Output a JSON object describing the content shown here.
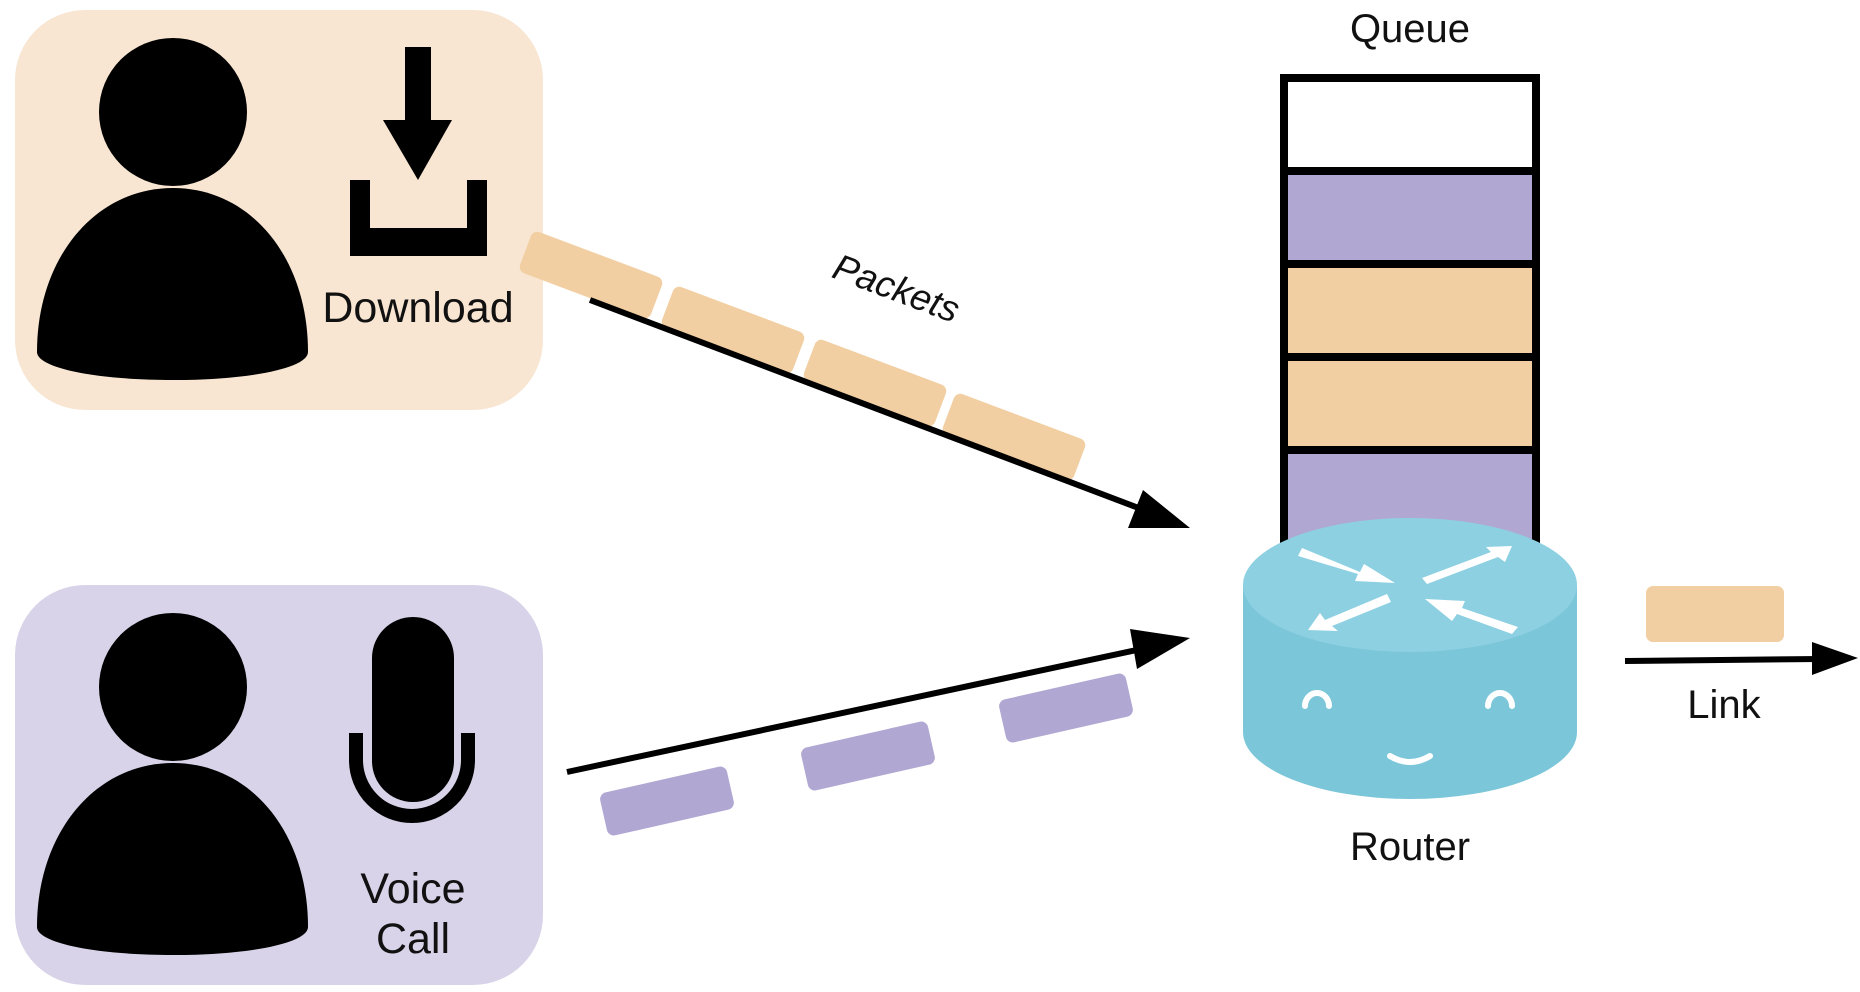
{
  "labels": {
    "download": "Download",
    "voice_line1": "Voice",
    "voice_line2": "Call",
    "packets": "Packets",
    "queue": "Queue",
    "router": "Router",
    "link": "Link"
  },
  "colors": {
    "download_bg": "#f8e6d3",
    "voice_bg": "#d8d3e8",
    "download_packet": "#f2cfa2",
    "voice_packet": "#b1a7d3",
    "router_body": "#7bc6d9",
    "router_top": "#8dd0e2",
    "ink": "#000000"
  },
  "queue_slots": [
    "empty",
    "voice",
    "download",
    "download",
    "voice"
  ],
  "icons": {
    "download_user": "person-icon",
    "download_action": "download-icon",
    "voice_user": "person-icon",
    "voice_action": "microphone-icon",
    "router": "router-icon"
  }
}
